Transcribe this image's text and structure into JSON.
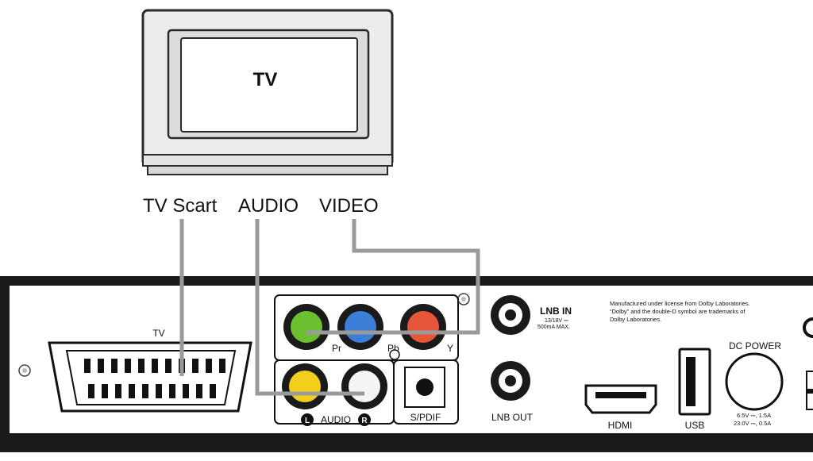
{
  "tv": {
    "screen_label": "TV"
  },
  "connection_labels": {
    "scart": "TV Scart",
    "audio": "AUDIO",
    "video": "VIDEO"
  },
  "panel": {
    "scart_label": "TV",
    "component_labels": {
      "pr": "Pr",
      "pb": "Pb",
      "y": "Y"
    },
    "audio_label": "AUDIO",
    "audio_left_badge": "L",
    "audio_right_badge": "R",
    "spdif_label": "S/PDIF",
    "lnb_in_label": "LNB IN",
    "lnb_in_spec_1": "13/18V ⎓",
    "lnb_in_spec_2": "500mA MAX.",
    "lnb_out_label": "LNB OUT",
    "dolby_line_1": "Manufactured under license from Dolby Laboratories.",
    "dolby_line_2": "“Dolby” and the double-D symbol are trademarks of",
    "dolby_line_3": "Dolby Laboratories.",
    "hdmi_label": "HDMI",
    "usb_label": "USB",
    "dc_power_label": "DC POWER",
    "dc_spec_1": "6.5V ⎓, 1.5A",
    "dc_spec_2": "23.0V ⎓, 0.5A"
  },
  "colors": {
    "cable": "#9a9a9a",
    "green": "#6cbf2f",
    "blue": "#3d7fd6",
    "red": "#e8563a",
    "yellow": "#f2cf1c",
    "panel": "#1a1a1a"
  }
}
